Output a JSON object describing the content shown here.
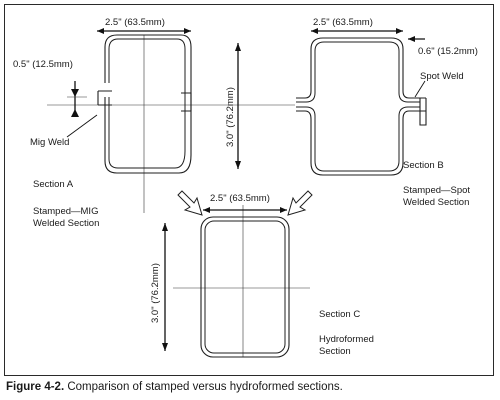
{
  "section_a": {
    "width": "2.5\" (63.5mm)",
    "height": "3.0\" (76.2mm)",
    "flange": "0.5\" (12.5mm)",
    "weld": "Mig Weld",
    "name": "Section A",
    "desc_line1": "Stamped—MIG",
    "desc_line2": "Welded Section"
  },
  "section_b": {
    "width": "2.5\" (63.5mm)",
    "flange": "0.6\" (15.2mm)",
    "weld": "Spot Weld",
    "name": "Section B",
    "desc_line1": "Stamped—Spot",
    "desc_line2": "Welded Section"
  },
  "section_c": {
    "width": "2.5\" (63.5mm)",
    "height": "3.0\" (76.2mm)",
    "name": "Section C",
    "desc_line1": "Hydroformed",
    "desc_line2": "Section"
  },
  "caption": {
    "label": "Figure 4-2.",
    "text": " Comparison of stamped versus hydroformed sections."
  }
}
